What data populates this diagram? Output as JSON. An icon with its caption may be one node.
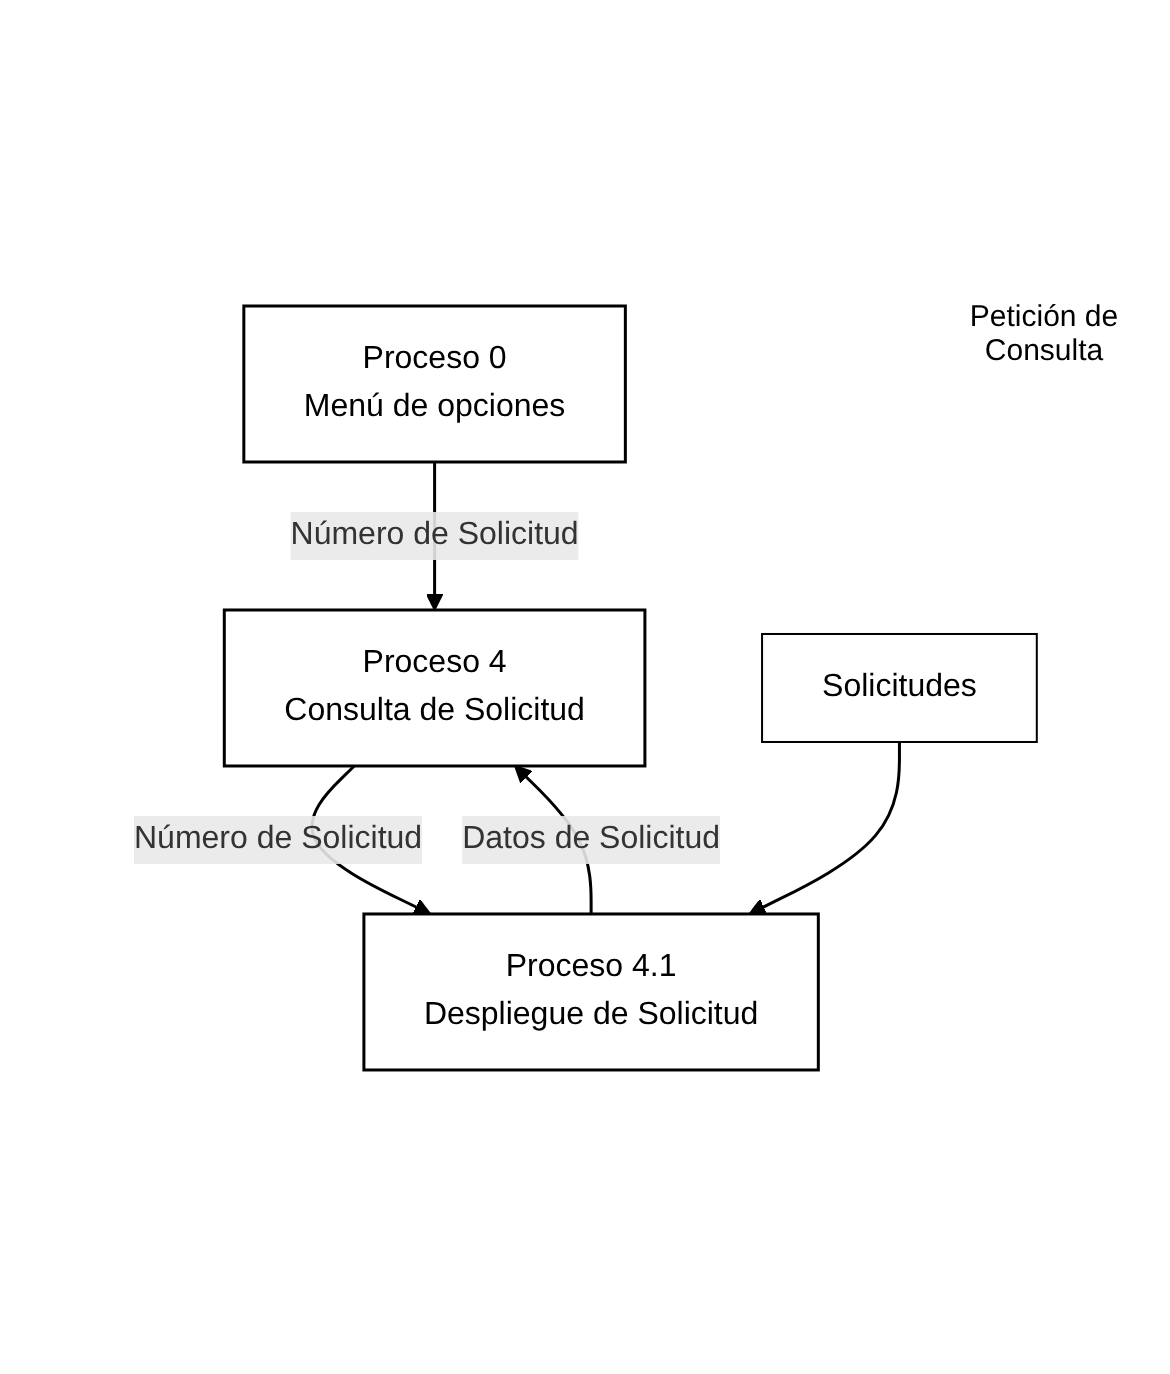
{
  "diagram": {
    "nodes": [
      {
        "text": [
          "Proceso 0",
          "Menú de opciones"
        ]
      },
      {
        "text": [
          "Proceso 4",
          "Consulta de Solicitud"
        ]
      },
      {
        "text": [
          "Proceso 4.1",
          "Despliegue de Solicitud"
        ]
      },
      {
        "text": [
          "Solicitudes"
        ]
      }
    ],
    "edges": [
      {
        "from": 0,
        "to": 1,
        "arrow": "to",
        "label": "Número de Solicitud"
      },
      {
        "from": 1,
        "to": 2,
        "arrow": "to",
        "label": "Número de Solicitud"
      },
      {
        "from": 2,
        "to": 1,
        "arrow": "to",
        "label": "Datos de Solicitud"
      },
      {
        "from": 3,
        "to": 2,
        "arrow": "to"
      }
    ],
    "labels": [
      "Petición de Consulta"
    ]
  }
}
